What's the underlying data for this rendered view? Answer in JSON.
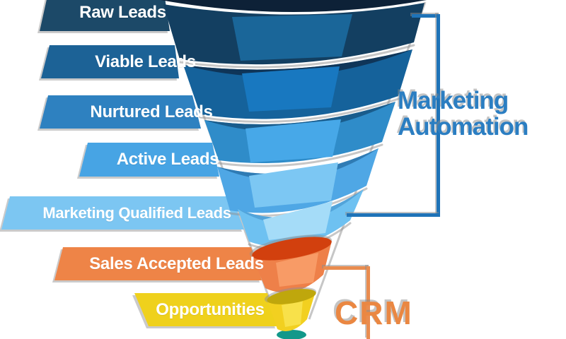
{
  "funnel": {
    "stages": [
      {
        "label": "Raw Leads",
        "color": "#1B4A68"
      },
      {
        "label": "Viable Leads",
        "color": "#1E6296"
      },
      {
        "label": "Nurtured Leads",
        "color": "#2D81C0"
      },
      {
        "label": "Active Leads",
        "color": "#47A4E4"
      },
      {
        "label": "Marketing Qualified Leads",
        "color": "#7CC6F2"
      },
      {
        "label": "Sales Accepted Leads",
        "color": "#EE8447"
      },
      {
        "label": "Opportunities",
        "color": "#EFD11D"
      }
    ],
    "top_opening_color": "#0D2137",
    "tip_color": "#12988A"
  },
  "annotations": {
    "marketing_automation": {
      "line1": "Marketing",
      "line2": "Automation",
      "text_color": "#2B7EC2",
      "bracket_color": "#1E73B8",
      "covers_stages": "Raw Leads through Marketing Qualified Leads"
    },
    "crm": {
      "label": "CRM",
      "text_color": "#EA8742",
      "bracket_color": "#E98C4F",
      "covers_stages": "Sales Accepted Leads through Opportunities"
    }
  }
}
